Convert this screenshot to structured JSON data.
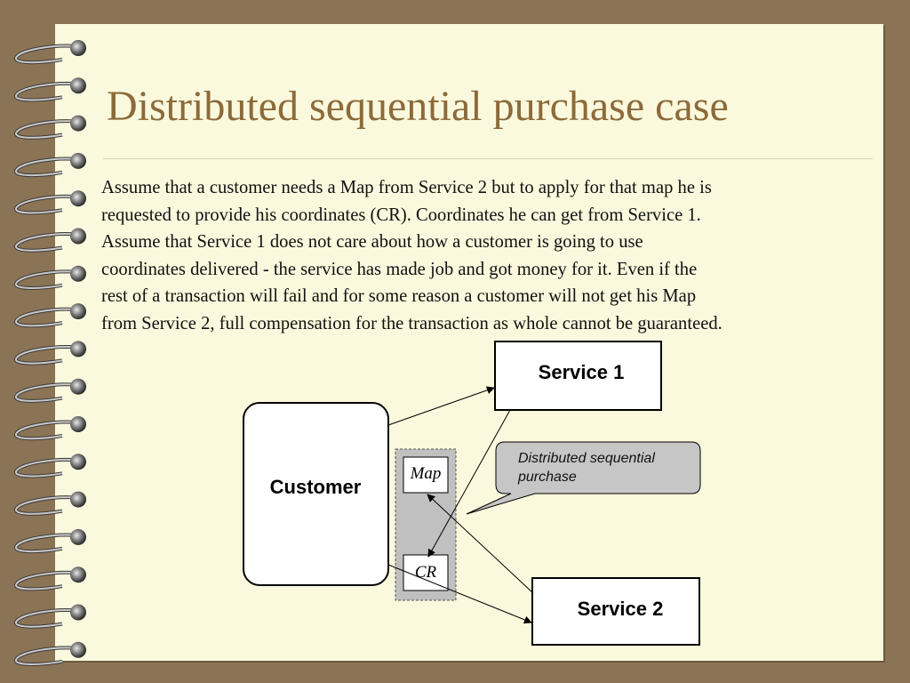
{
  "slide": {
    "title": "Distributed sequential purchase case",
    "paragraph_lines": [
      "Assume that a customer needs a Map from Service 2 but to apply for that map he is",
      "requested to provide his coordinates (CR). Coordinates he can get from Service 1.",
      "Assume that Service 1 does not care about how a customer is going to use",
      "coordinates delivered - the service has made job and got money for it. Even if the",
      "rest of a transaction will fail and for some reason a customer will not get his Map",
      "from Service 2, full compensation for the transaction as whole cannot be guaranteed."
    ]
  },
  "diagram": {
    "customer_label": "Customer",
    "service1_label": "Service 1",
    "service2_label": "Service 2",
    "map_label": "Map",
    "cr_label": "CR",
    "callout_line1": "Distributed sequential",
    "callout_line2": "purchase"
  },
  "colors": {
    "background": "#8b7355",
    "page": "#fbf9dd",
    "title": "#8c6a3a",
    "wallet": "#c0c0c0",
    "callout": "#c6c6c6"
  }
}
